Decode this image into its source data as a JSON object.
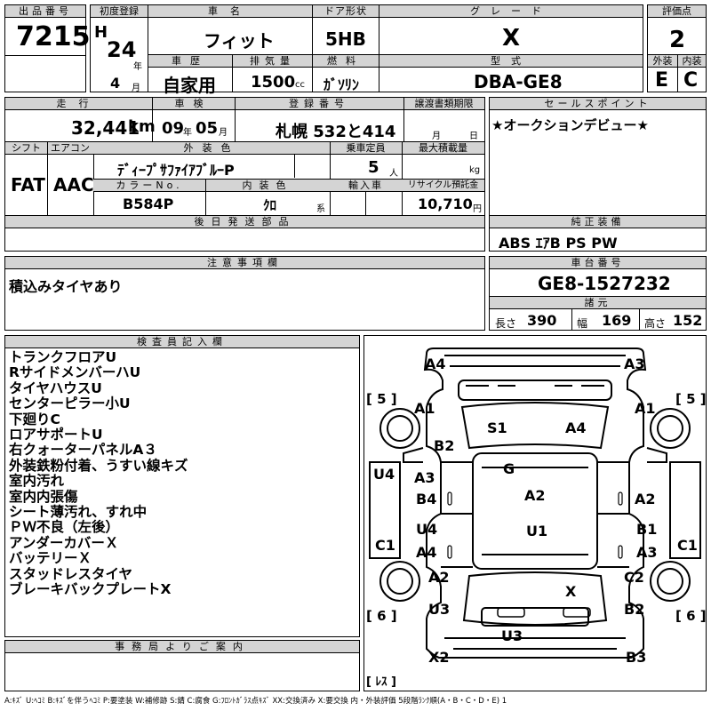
{
  "top": {
    "lot_no_label": "出品番号",
    "lot_no": "7215",
    "first_reg_label": "初度登録",
    "era": "H",
    "year": "24",
    "year_unit": "年",
    "month": "4",
    "month_unit": "月",
    "car_name_label": "車名",
    "car_name": "フィット",
    "door_label": "ドア形状",
    "door": "5HB",
    "grade_label": "グレード",
    "grade": "X",
    "score_label": "評価点",
    "score": "2",
    "history_label": "車歴",
    "history": "自家用",
    "displacement_label": "排気量",
    "displacement": "1500",
    "displacement_unit": "cc",
    "fuel_label": "燃料",
    "fuel": "ｶﾞｿﾘﾝ",
    "model_label": "型式",
    "model": "DBA-GE8",
    "exterior_label": "外装",
    "exterior": "E",
    "interior_label": "内装",
    "interior": "C"
  },
  "mid": {
    "mileage_label": "走行",
    "mileage": "32,441",
    "mileage_unit": "km",
    "inspection_label": "車検",
    "insp_year": "09",
    "insp_year_unit": "年",
    "insp_month": "05",
    "insp_month_unit": "月",
    "reg_no_label": "登録番号",
    "reg_no": "札幌 532と414",
    "transfer_label": "譲渡書類期限",
    "transfer_month_unit": "月",
    "transfer_day_unit": "日",
    "shift_label": "シフト",
    "shift": "FAT",
    "ac_label": "エアコン",
    "ac": "AAC",
    "color_label": "外装色",
    "color": "ﾃﾞｨｰﾌﾟｻﾌｧｲｱﾌﾞﾙｰP",
    "capacity_label": "乗車定員",
    "capacity": "5",
    "capacity_unit": "人",
    "load_label": "最大積載量",
    "load_unit": "kg",
    "color_no_label": "カラーNo.",
    "color_no": "B584P",
    "int_color_label": "内装色",
    "int_color": "ｸﾛ",
    "int_color_unit": "系",
    "import_label": "輸入車",
    "recycle_label": "リサイクル預託金",
    "recycle": "10,710",
    "recycle_unit": "円",
    "parts_label": "後日発送部品"
  },
  "sales": {
    "label": "セールスポイント",
    "text": "★オークションデビュー★",
    "equip_label": "純正装備",
    "equip": "ABS ｴｱB PS PW",
    "chassis_label": "車台番号",
    "chassis": "GE8-1527232",
    "spec_label": "諸元",
    "length_label": "長さ",
    "length": "390",
    "width_label": "幅",
    "width": "169",
    "height_label": "高さ",
    "height": "152"
  },
  "notes": {
    "label": "注意事項欄",
    "text": "積込みタイヤあり"
  },
  "inspector": {
    "label": "検査員記入欄",
    "items": [
      "トランクフロアU",
      "RサイドメンバーハU",
      "タイヤハウスU",
      "センターピラー小U",
      "下廻りC",
      "ロアサポートU",
      "右クォーターパネルA３",
      "外装鉄粉付着、うすい線キズ",
      "室内汚れ",
      "室内内張傷",
      "シート薄汚れ、すれ中",
      "ＰＷ不良（左後）",
      "アンダーカバーＸ",
      "バッテリーＸ",
      "スタッドレスタイヤ",
      "ブレーキバックプレートX"
    ]
  },
  "office": {
    "label": "事務局よりご案内"
  },
  "diagram_marks": {
    "front_left": "A4",
    "front_right": "A3",
    "fender_left": "A1",
    "fender_right": "A1",
    "hood_left": "B2",
    "roof_front_left": "S1",
    "roof_front_right": "A4",
    "roof_center": "G",
    "pillar_left": "U4",
    "door_left_front": "A3",
    "door_left_front2": "B4",
    "center": "A2",
    "door_right_front": "A2",
    "rocker_left": "C1",
    "door_left_rear": "U4",
    "door_left_rear2": "A4",
    "center_rear": "U1",
    "door_right_rear": "B1",
    "door_right_rear2": "A3",
    "rocker_right": "C1",
    "quarter_left": "A2",
    "quarter_right": "C2",
    "trunk": "X",
    "rear_left": "U3",
    "rear_right": "B2",
    "bumper": "U3",
    "corner_left": "X2",
    "corner_right": "B3",
    "tire_fl": "[ 5 ]",
    "tire_fr": "[ 5 ]",
    "tire_rl": "[ 6 ]",
    "tire_rr": "[ 6 ]",
    "spare": "[ ﾚｽ ]"
  },
  "legend": "A:ｷｽﾞ U:ﾍｺﾐ B:ｷｽﾞを伴うﾍｺﾐ P:要塗装 W:補修跡 S:錆 C:腐食 G:ﾌﾛﾝﾄｶﾞﾗｽ点ｷｽﾞ XX:交換済み X:要交換 内・外装評価 5段階ﾗﾝｸ順(A・B・C・D・E) 1"
}
